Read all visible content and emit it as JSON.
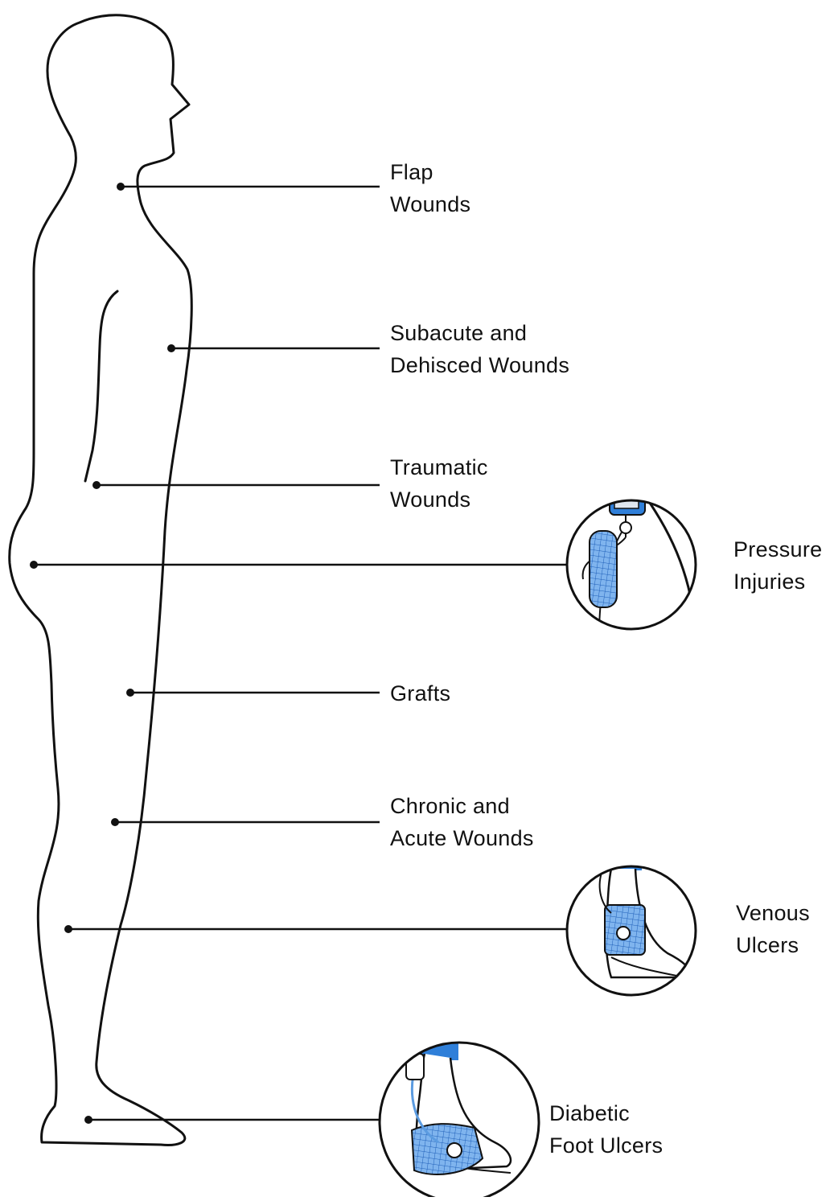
{
  "labels": {
    "flap": [
      "Flap",
      "Wounds"
    ],
    "subacute": [
      "Subacute and",
      "Dehisced Wounds"
    ],
    "traumatic": [
      "Traumatic",
      "Wounds"
    ],
    "pressure": [
      "Pressure",
      "Injuries"
    ],
    "grafts": [
      "Grafts"
    ],
    "chronic": [
      "Chronic and",
      "Acute Wounds"
    ],
    "venous": [
      "Venous",
      "Ulcers"
    ],
    "diabetic": [
      "Diabetic",
      "Foot Ulcers"
    ]
  },
  "colors": {
    "line": "#111111",
    "dressing": "#5b9be0",
    "dressing_dark": "#1f5fb8",
    "clothing": "#1f6fd1"
  }
}
